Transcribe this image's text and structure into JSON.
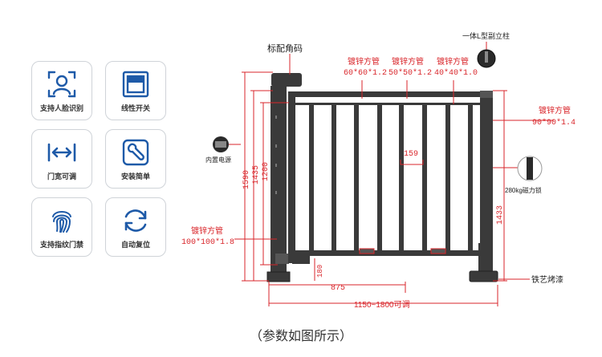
{
  "features": [
    {
      "label": "支持人脸识别",
      "icon": "face-recognition-icon"
    },
    {
      "label": "线性开关",
      "icon": "linear-switch-icon"
    },
    {
      "label": "门宽可调",
      "icon": "width-adjust-icon"
    },
    {
      "label": "安装简单",
      "icon": "install-wrench-icon"
    },
    {
      "label": "支持指纹门禁",
      "icon": "fingerprint-icon"
    },
    {
      "label": "自动复位",
      "icon": "auto-reset-icon"
    }
  ],
  "diagram": {
    "corner_code_label": "标配角码",
    "post_label_top": "一体L型副立柱",
    "tube_top_1": {
      "name": "镀锌方管",
      "spec": "60*60*1.2"
    },
    "tube_top_2": {
      "name": "镀锌方管",
      "spec": "50*50*1.2"
    },
    "tube_top_3": {
      "name": "镀锌方管",
      "spec": "40*40*1.0"
    },
    "tube_right": {
      "name": "镀锌方管",
      "spec": "90*90*1.4"
    },
    "tube_left": {
      "name": "镀锌方管",
      "spec": "100*100*1.8"
    },
    "power_label": "内置电源",
    "lock_label": "280kg磁力锁",
    "paint_label": "铁艺烤漆",
    "dim_1200": "1200",
    "dim_1435": "1435",
    "dim_1590": "1590",
    "dim_1433": "1433",
    "dim_159": "159",
    "dim_180": "180",
    "dim_875": "875",
    "dim_width": "1150~1800可调"
  },
  "caption": "（参数如图所示）",
  "colors": {
    "red": "#d9262b",
    "frame": "#3a3a3a",
    "icon_blue": "#1e5aa8"
  }
}
